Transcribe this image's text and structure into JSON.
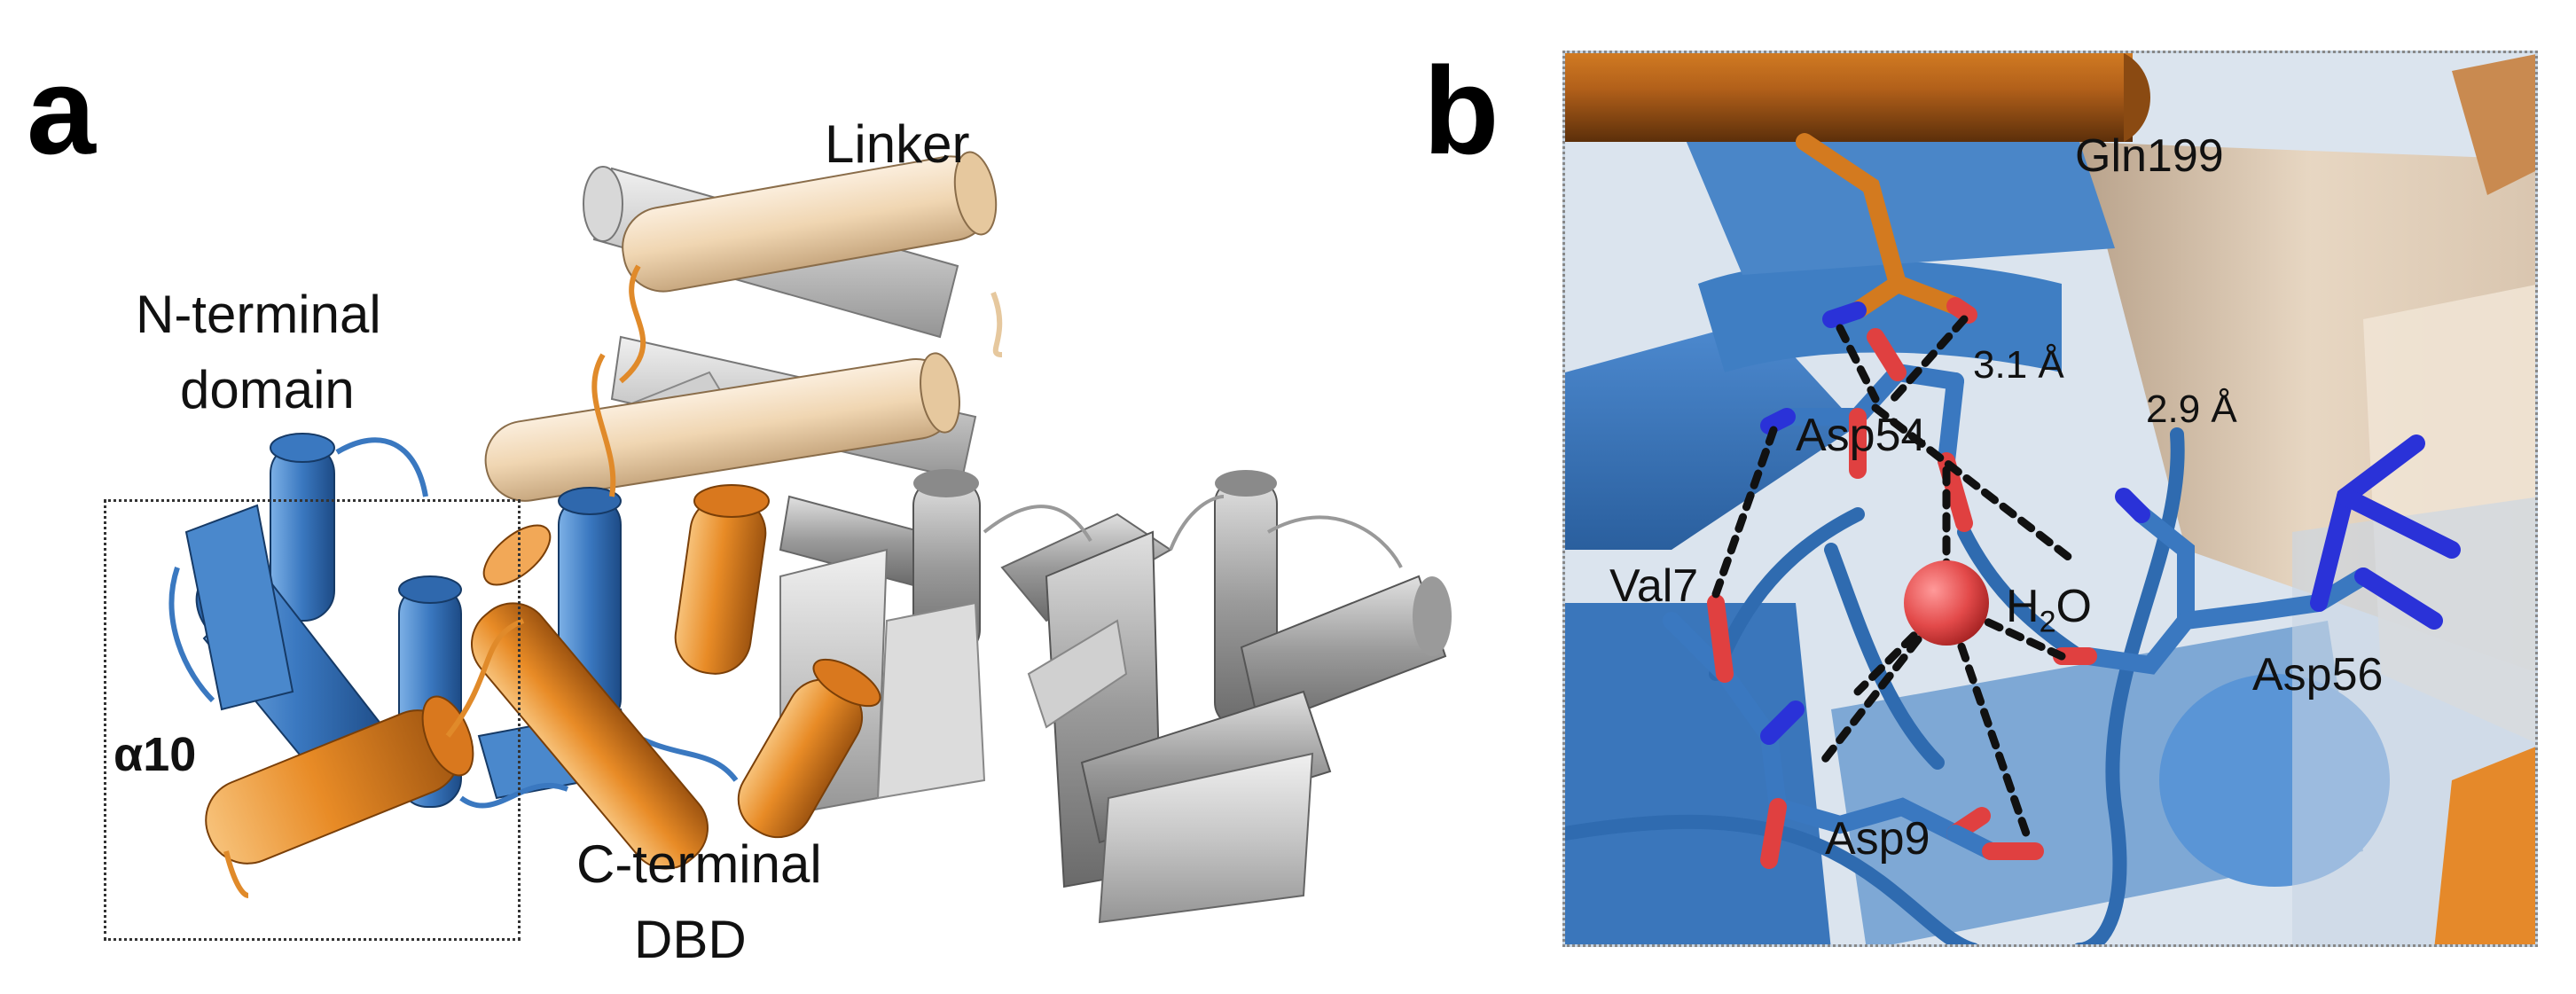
{
  "panels": {
    "a": {
      "letter": "a",
      "labels": {
        "linker": "Linker",
        "n_terminal_line1": "N-terminal",
        "n_terminal_line2": "domain",
        "c_terminal_line1": "C-terminal",
        "c_terminal_line2": "DBD",
        "helix": "α10"
      }
    },
    "b": {
      "letter": "b",
      "residues": {
        "gln199": "Gln199",
        "asp54": "Asp54",
        "val7": "Val7",
        "asp56": "Asp56",
        "asp9": "Asp9"
      },
      "water": {
        "h": "H",
        "sub": "2",
        "o": "O"
      },
      "distances": {
        "d1": "3.1 Å",
        "d2": "2.9 Å"
      }
    }
  },
  "colors": {
    "n_domain": "#3a78c0",
    "c_domain": "#e5892a",
    "linker": "#f0d7b4",
    "partner": "#a9a9a9",
    "water": "#e34a4a",
    "nitrogen": "#2a32d8",
    "oxygen": "#e04040"
  }
}
